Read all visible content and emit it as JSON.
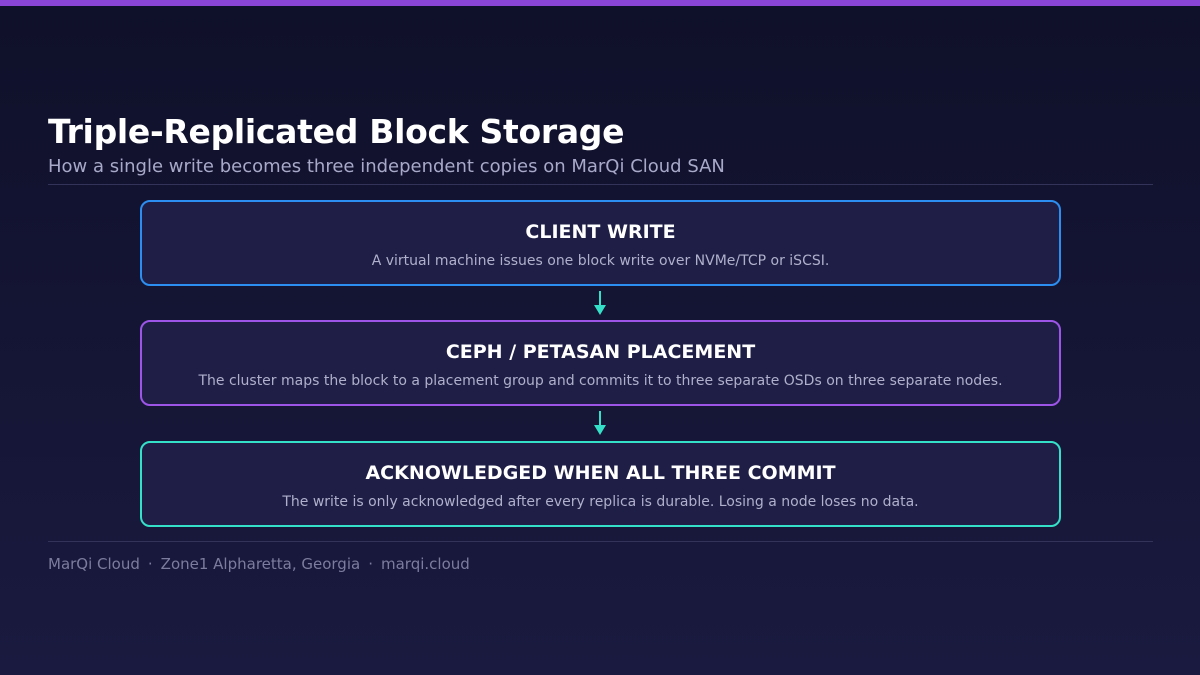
{
  "header": {
    "title": "Triple-Replicated Block Storage",
    "subtitle": "How a single write becomes three independent copies on MarQi Cloud SAN"
  },
  "flow": {
    "steps": [
      {
        "title": "CLIENT WRITE",
        "description": "A virtual machine issues one block write over NVMe/TCP or iSCSI.",
        "color": "#2b8ef0"
      },
      {
        "title": "CEPH / PETASAN PLACEMENT",
        "description": "The cluster maps the block to a placement group and commits it to three separate OSDs on three separate nodes.",
        "color": "#9d55e8"
      },
      {
        "title": "ACKNOWLEDGED WHEN ALL THREE COMMIT",
        "description": "The write is only acknowledged after every replica is durable. Losing a node loses no data.",
        "color": "#35e0c8"
      }
    ],
    "arrow_color": "#35e0c8",
    "arrow_icon": "arrow-down-icon"
  },
  "footer": {
    "brand": "MarQi Cloud",
    "location": "Zone1 Alpharetta, Georgia",
    "website": "marqi.cloud",
    "separator": "·"
  },
  "colors": {
    "background": "#0f1029",
    "accent_bar": "#8a45d6",
    "box_fill": "#1e1e46"
  }
}
